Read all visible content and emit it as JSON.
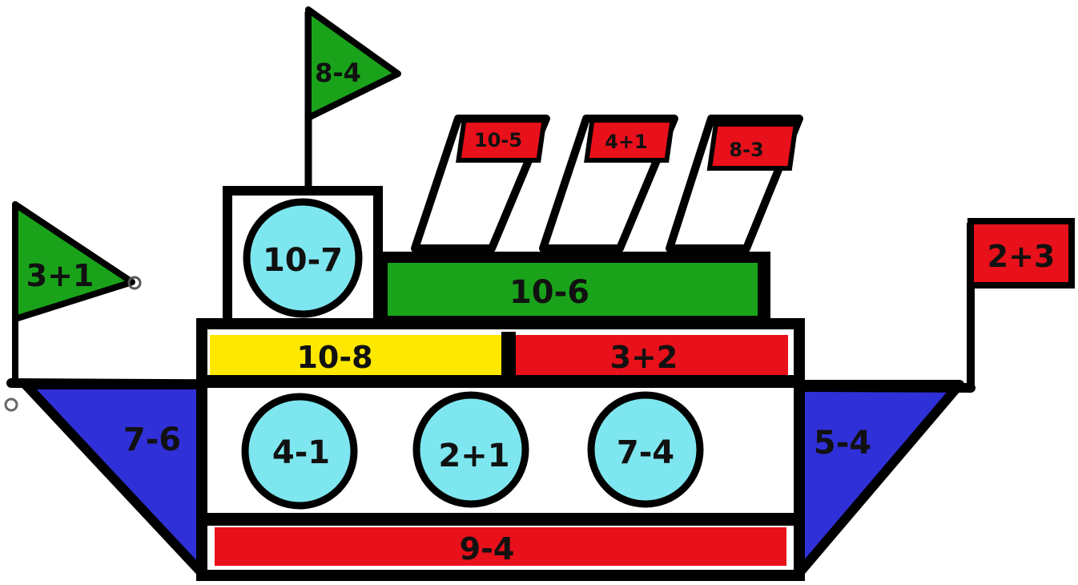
{
  "colors": {
    "outline": "#000000",
    "green": "#1aa31a",
    "blue": "#3030d8",
    "red": "#e8101a",
    "yellow": "#ffe800",
    "cyan": "#7ee6ef",
    "white": "#ffffff",
    "text": "#111111"
  },
  "labels": {
    "top_flag": "8-4",
    "left_flag": "3+1",
    "right_flag": "2+3",
    "chimney_1": "10-5",
    "chimney_2": "4+1",
    "chimney_3": "8-3",
    "cabin_porthole": "10-7",
    "upper_deck_band": "10-6",
    "deck_yellow": "10-8",
    "deck_red": "3+2",
    "bow_left": "7-6",
    "bow_right": "5-4",
    "porthole_1": "4-1",
    "porthole_2": "2+1",
    "porthole_3": "7-4",
    "keel_band": "9-4"
  }
}
